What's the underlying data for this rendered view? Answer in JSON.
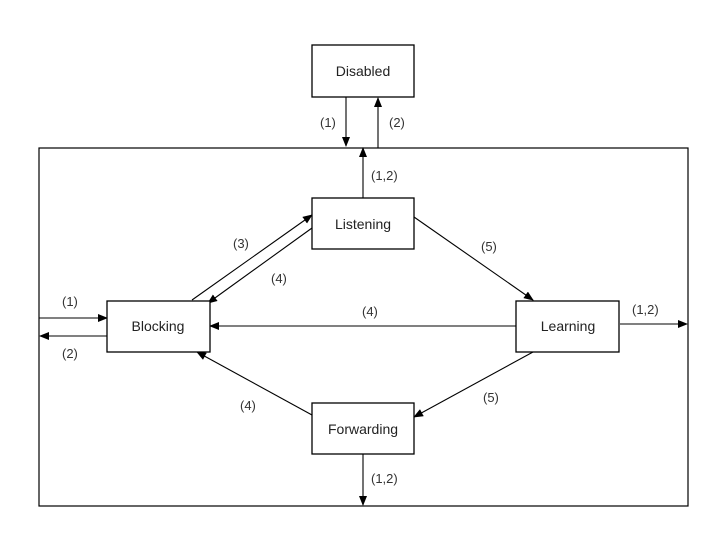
{
  "states": {
    "disabled": "Disabled",
    "listening": "Listening",
    "blocking": "Blocking",
    "learning": "Learning",
    "forwarding": "Forwarding"
  },
  "edge_labels": {
    "disabled_down": "(1)",
    "disabled_up": "(2)",
    "listening_up": "(1,2)",
    "blocking_to_listening": "(3)",
    "listening_to_blocking": "(4)",
    "listening_to_learning": "(5)",
    "learning_to_blocking": "(4)",
    "learning_right": "(1,2)",
    "enter_blocking": "(1)",
    "exit_blocking": "(2)",
    "forwarding_to_blocking": "(4)",
    "learning_to_forwarding": "(5)",
    "forwarding_down": "(1,2)"
  }
}
